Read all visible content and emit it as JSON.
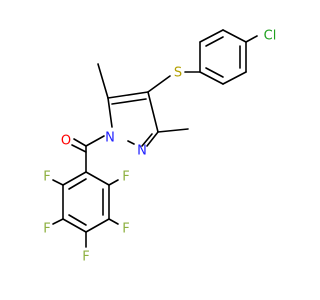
{
  "atoms": {
    "cl": "Cl",
    "s": "S",
    "n1": "N",
    "n2": "N",
    "o": "O",
    "f_left_upper": "F",
    "f_right_upper": "F",
    "f_left_mid": "F",
    "f_right_mid": "F",
    "f_bottom": "F"
  },
  "colors": {
    "bond": "#000000",
    "chlorine": "#1FA01F",
    "sulfur": "#B3A000",
    "nitrogen": "#2020FF",
    "oxygen": "#FF0000",
    "fluorine": "#8DB040"
  }
}
